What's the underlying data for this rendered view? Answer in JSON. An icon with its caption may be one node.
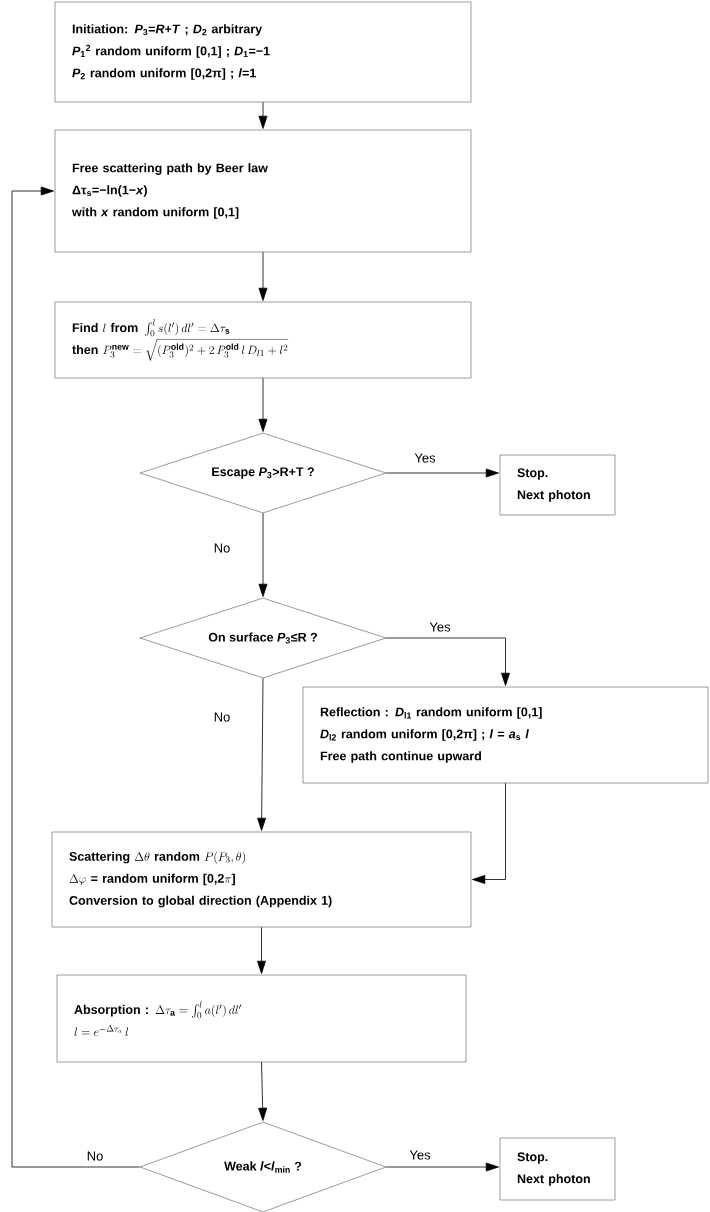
{
  "diagram": {
    "nodes": [
      {
        "text": [
          "Initiation: *P*$_{3}$=*R*+*T* ; *D*$_{2}$ arbitrary",
          "*P*$_{1}$$^{2}$ random uniform [0,1] ; *D*$_{1}$=−1",
          "*P*$_{2}$ random uniform [0,2π] ; *l*=1"
        ]
      },
      {
        "text": [
          "Free scattering path by Beer law",
          "Δτ$_{s}$=−ln(1−*x*)",
          "with *x* random uniform [0,1]"
        ]
      },
      {
        "text": [
          "\\textbf{Find }l\\textbf{ from }\\int_0^l s(l')\\,dl'=\\Delta\\tau_{\\mathbf{s}}",
          "\\textbf{then }P_3^{\\mathbf{new}}=\\sqrt{(P_3^{\\mathbf{old}})^2+2\\,P_3^{\\mathbf{old}}\\,l\\,D_{l1}+l^2}"
        ]
      },
      {
        "text": [
          "Escape *P*$_{3}$>R+T ?"
        ]
      },
      {
        "text": [
          "Stop.",
          "Next photon"
        ]
      },
      {
        "text": [
          "On surface *P*$_{3}$≤R ?"
        ]
      },
      {
        "text": [
          "Reflection : *D*$_{l1}$ random uniform [0,1]",
          "*D*$_{l2}$ random uniform [0,2π] ; *l* = *a*$_{s}$ *l*",
          "Free path continue upward"
        ]
      },
      {
        "text": [
          "\\textbf{Scattering }\\Delta\\theta\\textbf{ random }P(P_3,\\theta)",
          "\\Delta\\varphi\\textbf{ = random uniform [0,2}\\pi\\textbf{]}",
          "Conversion to global direction (Appendix 1)"
        ]
      },
      {
        "text": [
          "\\textbf{Absorption : }\\Delta\\tau_{\\mathbf{a}}=\\int_0^l a(l')\\,dl'",
          "l=e^{-\\Delta\\tau_{a}}\\,l"
        ]
      },
      {
        "text": [
          "Weak *l*<*l*$_{min}$ ?"
        ]
      },
      {
        "text": [
          "Stop.",
          "Next photon"
        ]
      }
    ],
    "edges": [
      {
        "from": 0,
        "to": 1,
        "arrow": "to"
      },
      {
        "from": 1,
        "to": 2,
        "arrow": "to"
      },
      {
        "from": 2,
        "to": 3,
        "arrow": "to"
      },
      {
        "from": 3,
        "to": 4,
        "arrow": "to",
        "label": "Yes"
      },
      {
        "from": 3,
        "to": 5,
        "arrow": "to",
        "label": "No"
      },
      {
        "from": 5,
        "to": 6,
        "arrow": "to",
        "label": "Yes"
      },
      {
        "from": 5,
        "to": 7,
        "arrow": "to",
        "label": "No"
      },
      {
        "from": 6,
        "to": 7,
        "arrow": "to"
      },
      {
        "from": 7,
        "to": 8,
        "arrow": "to"
      },
      {
        "from": 8,
        "to": 9,
        "arrow": "to"
      },
      {
        "from": 9,
        "to": 10,
        "arrow": "to",
        "label": "Yes"
      },
      {
        "from": 9,
        "to": 1,
        "arrow": "to",
        "label": "No"
      }
    ]
  }
}
